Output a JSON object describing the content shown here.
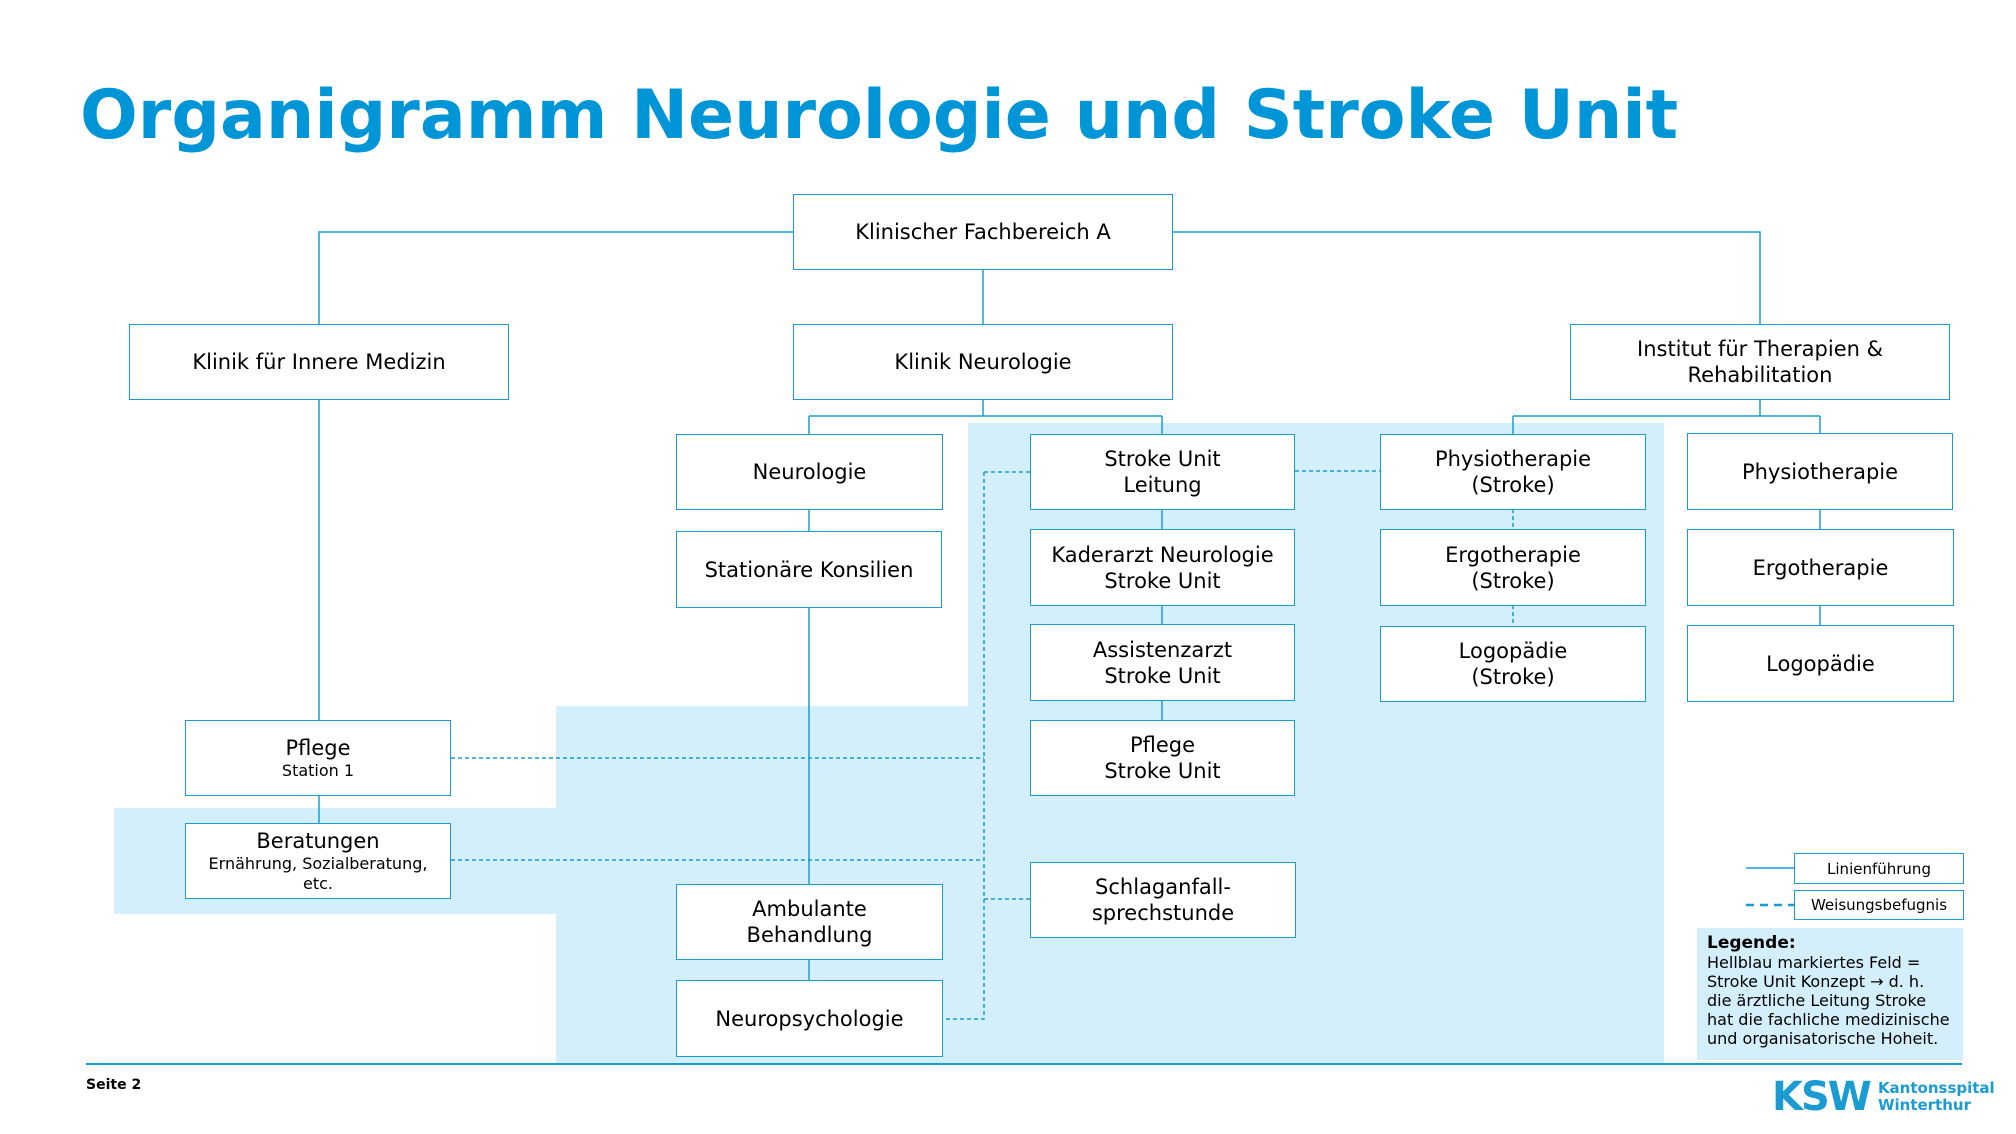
{
  "title": "Organigramm Neurologie und Stroke Unit",
  "nodes": {
    "fachbereich": {
      "line1": "Klinischer Fachbereich A"
    },
    "innere_medizin": {
      "line1": "Klinik für Innere Medizin"
    },
    "klinik_neurologie": {
      "line1": "Klinik Neurologie"
    },
    "institut": {
      "line1": "Institut für Therapien &",
      "line2": "Rehabilitation"
    },
    "neurologie": {
      "line1": "Neurologie"
    },
    "konsilien": {
      "line1": "Stationäre Konsilien"
    },
    "ambulante": {
      "line1": "Ambulante",
      "line2": "Behandlung"
    },
    "neuropsychologie": {
      "line1": "Neuropsychologie"
    },
    "stroke_leitung": {
      "line1": "Stroke Unit",
      "line2": "Leitung"
    },
    "kaderarzt": {
      "line1": "Kaderarzt Neurologie",
      "line2": "Stroke Unit"
    },
    "assistenzarzt": {
      "line1": "Assistenzarzt",
      "line2": "Stroke Unit"
    },
    "pflege_stroke": {
      "line1": "Pflege",
      "line2": "Stroke Unit"
    },
    "schlaganfall": {
      "line1": "Schlaganfall-",
      "line2": "sprechstunde"
    },
    "physio_stroke": {
      "line1": "Physiotherapie",
      "line2": "(Stroke)"
    },
    "ergo_stroke": {
      "line1": "Ergotherapie",
      "line2": "(Stroke)"
    },
    "logo_stroke": {
      "line1": "Logopädie",
      "line2": "(Stroke)"
    },
    "physio": {
      "line1": "Physiotherapie"
    },
    "ergo": {
      "line1": "Ergotherapie"
    },
    "logo": {
      "line1": "Logopädie"
    },
    "pflege_station": {
      "line1": "Pflege",
      "sub": "Station 1"
    },
    "beratungen": {
      "line1": "Beratungen",
      "sub": "Ernährung, Sozialberatung, etc."
    }
  },
  "legend": {
    "solid_label": "Linienführung",
    "dashed_label": "Weisungsbefugnis",
    "note_title": "Legende:",
    "note_text": "Hellblau markiertes Feld = Stroke Unit Konzept → d. h. die ärztliche Leitung Stroke hat die fachliche medizinische und organisatorische Hoheit."
  },
  "footer": {
    "page": "Seite 2",
    "logo_abbr": "KSW",
    "logo_line1": "Kantonsspital",
    "logo_line2": "Winterthur"
  },
  "colors": {
    "accent": "#0095d6",
    "line": "#1a9cd3",
    "highlight": "#d4effc"
  }
}
